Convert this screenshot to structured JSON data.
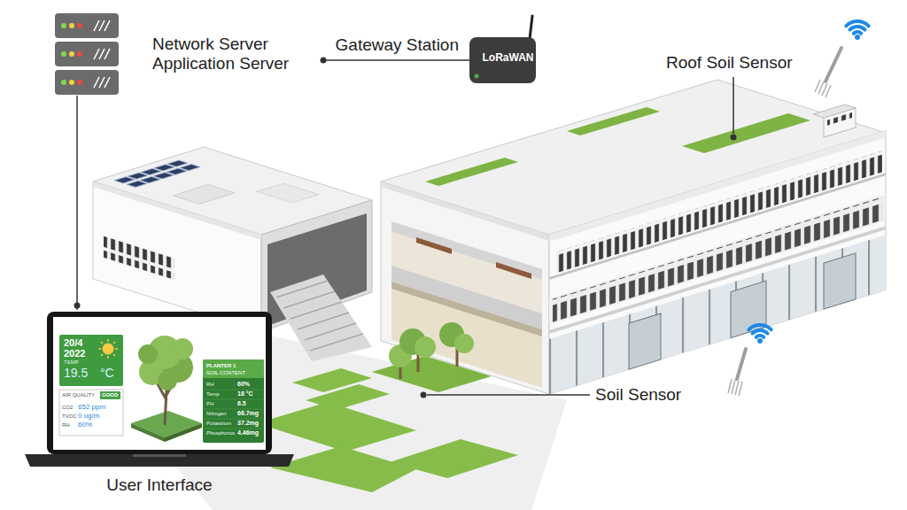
{
  "diagram": {
    "nodes": [
      {
        "text": [
          "Network Server Application Server"
        ]
      },
      {
        "text": [
          "Gateway Station",
          "LoRaWAN"
        ]
      },
      {
        "text": [
          "User Interface"
        ]
      }
    ],
    "edges": [
      {
        "from": 0,
        "to": 1,
        "arrow": "none"
      },
      {
        "from": 0,
        "to": 2,
        "arrow": "none"
      }
    ],
    "labels": [
      "Roof Soil Sensor",
      "Soil Sensor",
      "20/4",
      "2022",
      "TEMP",
      "19.5",
      "°C",
      "AIR QUALITY",
      "GOOD",
      "CO2",
      "652 ppm",
      "TVOC",
      "0 ug/m",
      "RH",
      "60%",
      "PLANTER 1",
      "SOIL CONTENT",
      "RH",
      "60%",
      "Temp",
      "18 °C",
      "PH",
      "6.5",
      "Nitrogen",
      "66.7mg",
      "Potassium",
      "37.2mg",
      "Phosphorus",
      "4.46mg"
    ]
  }
}
